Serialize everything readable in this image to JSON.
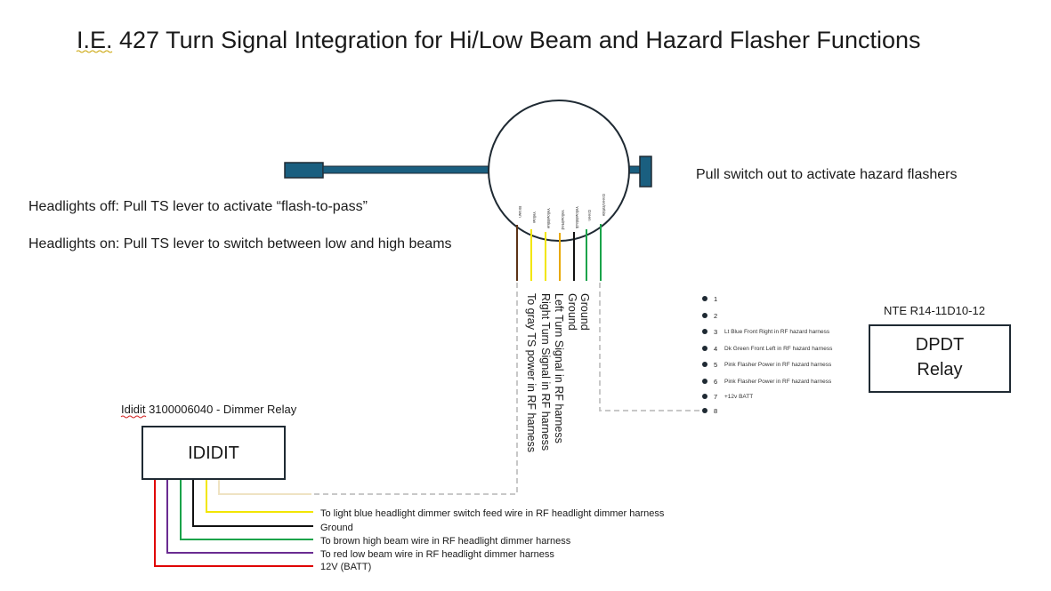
{
  "title": "I.E. 427 Turn Signal Integration for Hi/Low Beam and Hazard Flasher Functions",
  "notes": {
    "headlights_off": "Headlights off:  Pull TS lever to activate “flash-to-pass”",
    "headlights_on": "Headlights on: Pull TS lever to switch between low and high beams",
    "hazard": "Pull switch out to activate hazard flashers"
  },
  "switch_wires": [
    {
      "tiny": "Brown",
      "label": "To gray TS power in RF harness",
      "color": "#5c3317"
    },
    {
      "tiny": "Yellow",
      "label": "Right Turn Signal in RF harness",
      "color": "#f2e600"
    },
    {
      "tiny": "Yellow/Blue",
      "label": "Left Turn Signal in RF harness",
      "color": "#f2e600"
    },
    {
      "tiny": "Yellow/Red",
      "label": "Ground",
      "color": "#e8a800"
    },
    {
      "tiny": "Yellow/Black",
      "label": "Ground",
      "color": "#111111"
    },
    {
      "tiny": "Green",
      "label": "",
      "color": "#1aa34a"
    },
    {
      "tiny": "Green/White",
      "label": "",
      "color": "#1aa34a"
    }
  ],
  "relay_pins": [
    {
      "num": "1",
      "label": ""
    },
    {
      "num": "2",
      "label": ""
    },
    {
      "num": "3",
      "label": "Lt Blue Front Right in RF hazard harness"
    },
    {
      "num": "4",
      "label": "Dk Green Front Left in RF hazard harness"
    },
    {
      "num": "5",
      "label": "Pink Flasher Power in RF hazard harness"
    },
    {
      "num": "6",
      "label": "Pink Flasher Power in RF hazard harness"
    },
    {
      "num": "7",
      "label": "+12v BATT"
    },
    {
      "num": "8",
      "label": ""
    }
  ],
  "nte": {
    "part": "NTE R14-11D10-12",
    "line1": "DPDT",
    "line2": "Relay"
  },
  "ididit": {
    "part": "Ididit 3100006040 - Dimmer Relay",
    "name": "IDIDIT"
  },
  "ididit_wires": [
    {
      "label": "To light blue headlight dimmer switch feed wire in RF headlight dimmer harness",
      "color": "#f2e600"
    },
    {
      "label": "Ground",
      "color": "#111111"
    },
    {
      "label": "To brown high beam wire in RF headlight dimmer harness",
      "color": "#1aa34a"
    },
    {
      "label": "To red low beam wire in RF headlight dimmer harness",
      "color": "#6a2c91"
    },
    {
      "label": "12V (BATT)",
      "color": "#e00000"
    }
  ],
  "colors": {
    "lever": "#1a5f80",
    "outline": "#1f2a33",
    "dashed": "#c8c8c8",
    "beige": "#efe3c3"
  }
}
